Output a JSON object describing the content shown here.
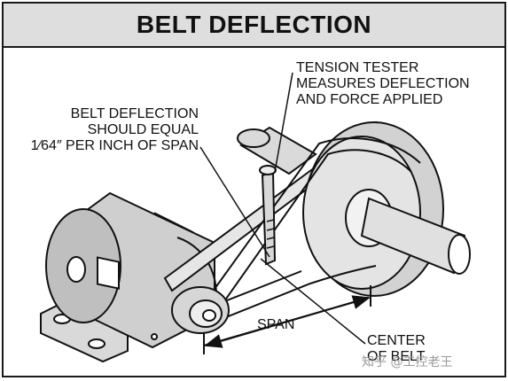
{
  "title": "BELT DEFLECTION",
  "labels": {
    "tension_tester": [
      "TENSION TESTER",
      "MEASURES DEFLECTION",
      "AND FORCE APPLIED"
    ],
    "belt_deflection": [
      "BELT DEFLECTION",
      "SHOULD EQUAL",
      "1⁄64″ PER INCH OF SPAN"
    ],
    "span": "SPAN",
    "center_of_belt": [
      "CENTER",
      "OF BELT"
    ]
  },
  "watermark": "知乎 @工控老王"
}
